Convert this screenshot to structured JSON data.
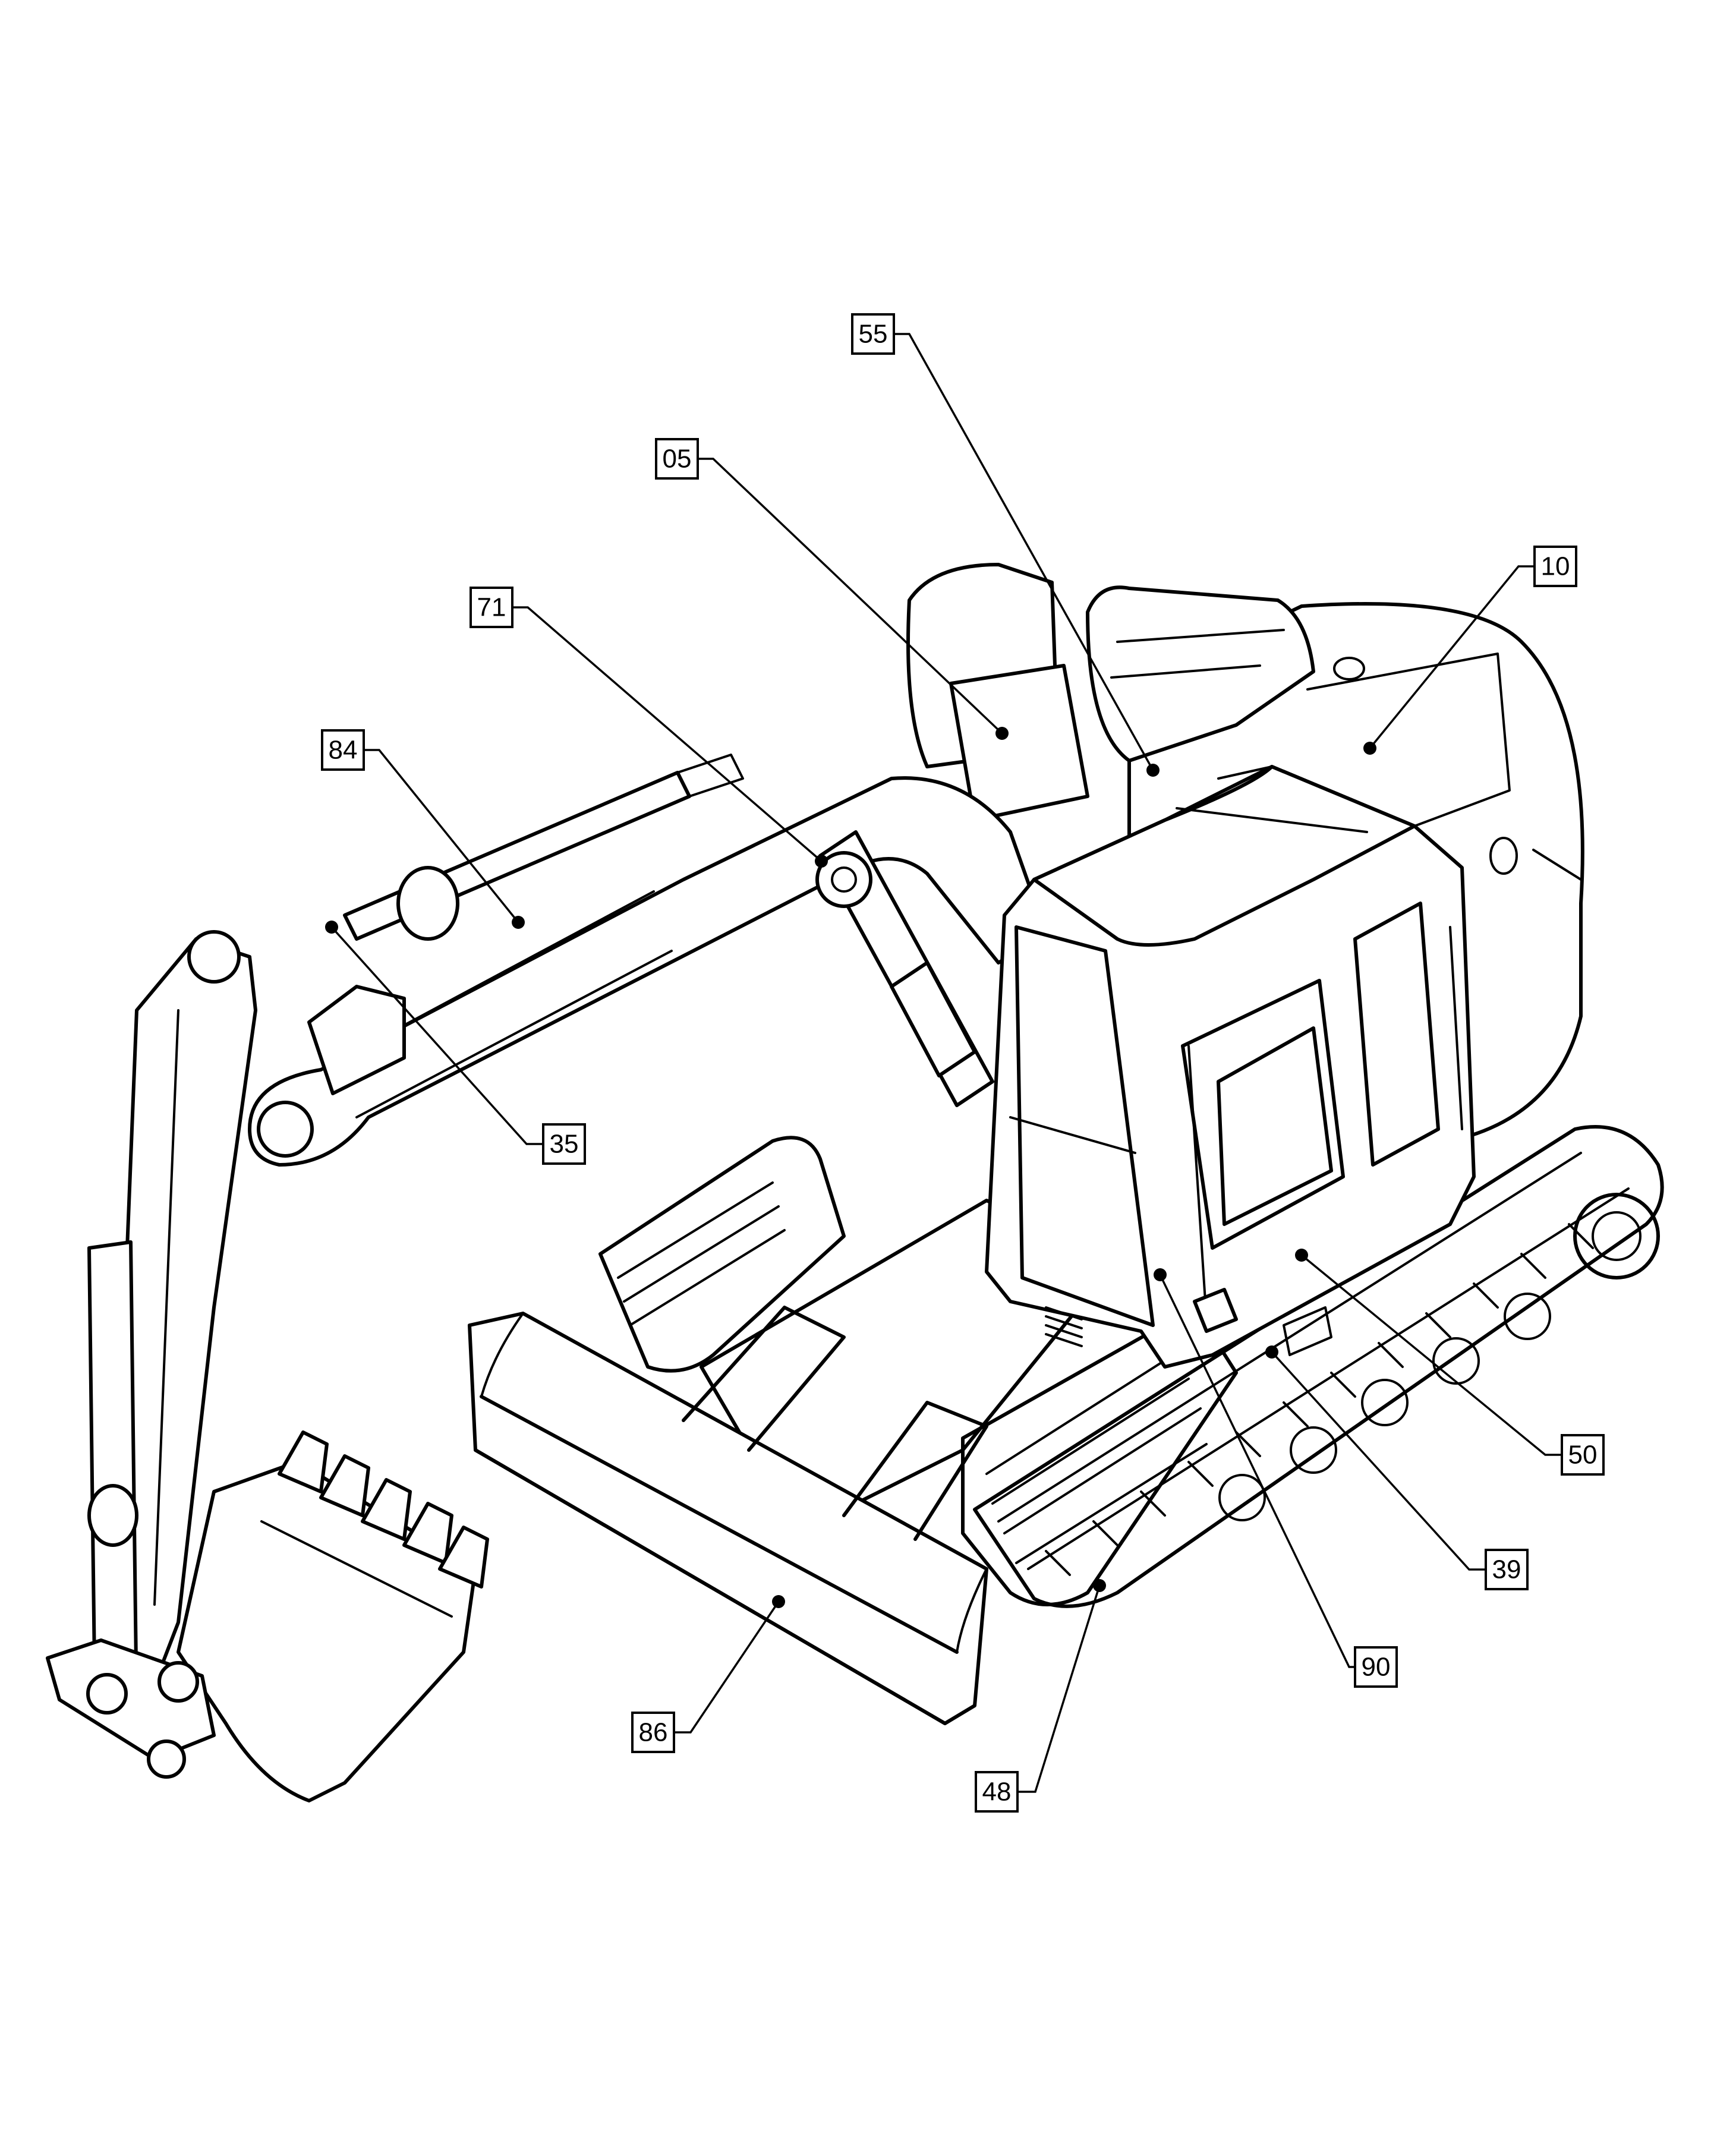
{
  "diagram": {
    "callouts": [
      {
        "id": "c05",
        "label": "05"
      },
      {
        "id": "c10",
        "label": "10"
      },
      {
        "id": "c35",
        "label": "35"
      },
      {
        "id": "c39",
        "label": "39"
      },
      {
        "id": "c48",
        "label": "48"
      },
      {
        "id": "c50",
        "label": "50"
      },
      {
        "id": "c55",
        "label": "55"
      },
      {
        "id": "c71",
        "label": "71"
      },
      {
        "id": "c84",
        "label": "84"
      },
      {
        "id": "c86",
        "label": "86"
      },
      {
        "id": "c90",
        "label": "90"
      }
    ]
  }
}
